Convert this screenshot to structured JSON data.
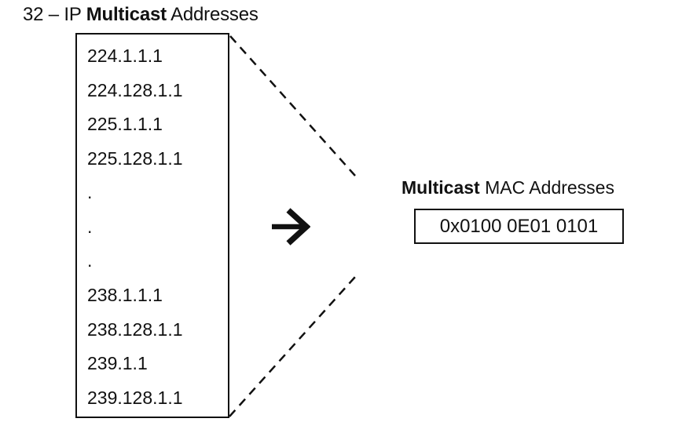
{
  "title": {
    "prefix": "32 – IP ",
    "bold": "Multicast",
    "suffix": " Addresses"
  },
  "ip_list": [
    "224.1.1.1",
    "224.128.1.1",
    "225.1.1.1",
    "225.128.1.1",
    ".",
    ".",
    ".",
    "238.1.1.1",
    "238.128.1.1",
    "239.1.1",
    "239.128.1.1"
  ],
  "arrow_icon": "right-arrow",
  "mac": {
    "label_bold": "Multicast",
    "label_rest": " MAC Addresses",
    "address": "0x0100 0E01 0101"
  },
  "colors": {
    "ink": "#111111",
    "background": "#ffffff"
  }
}
